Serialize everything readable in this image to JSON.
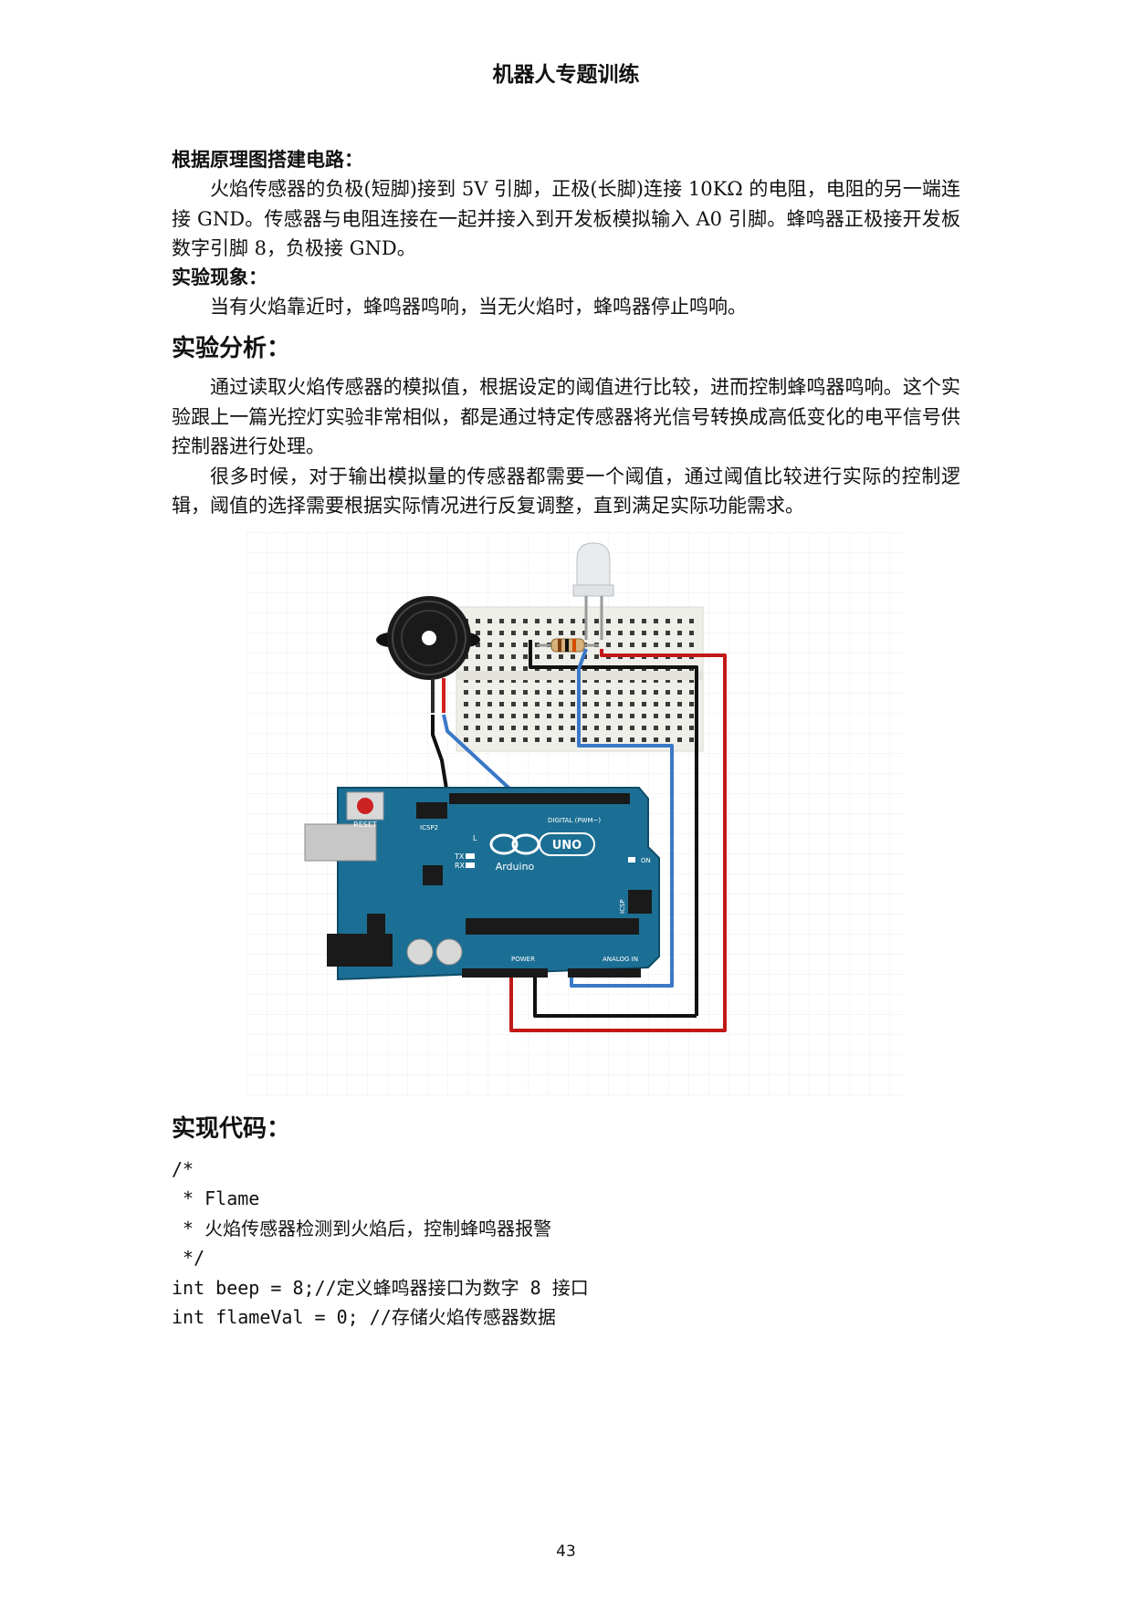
{
  "header": {
    "title": "机器人专题训练"
  },
  "sections": {
    "circuit_heading": "根据原理图搭建电路：",
    "circuit_para": "火焰传感器的负极(短脚)接到 5V 引脚，正极(长脚)连接 10KΩ 的电阻，电阻的另一端连接 GND。传感器与电阻连接在一起并接入到开发板模拟输入 A0 引脚。蜂鸣器正极接开发板数字引脚 8，负极接 GND。",
    "phenomenon_heading": "实验现象：",
    "phenomenon_para": "当有火焰靠近时，蜂鸣器鸣响，当无火焰时，蜂鸣器停止鸣响。",
    "analysis_heading": "实验分析：",
    "analysis_para1": "通过读取火焰传感器的模拟值，根据设定的阈值进行比较，进而控制蜂鸣器鸣响。这个实验跟上一篇光控灯实验非常相似，都是通过特定传感器将光信号转换成高低变化的电平信号供控制器进行处理。",
    "analysis_para2": "很多时候，对于输出模拟量的传感器都需要一个阈值，通过阈值比较进行实际的控制逻辑，阈值的选择需要根据实际情况进行反复调整，直到满足实际功能需求。",
    "code_heading": "实现代码："
  },
  "figure": {
    "board_brand": "Arduino",
    "board_model": "UNO",
    "reset_label": "RESET",
    "icsp2_label": "ICSP2",
    "icsp_label": "ICSP",
    "digital_label": "DIGITAL (PWM~)",
    "power_label": "POWER",
    "analog_label": "ANALOG IN",
    "on_label": "ON",
    "l_label": "L",
    "tx_label": "TX",
    "rx_label": "RX"
  },
  "code": {
    "lines": [
      "/*",
      " * Flame",
      " * 火焰传感器检测到火焰后，控制蜂鸣器报警",
      " */",
      "",
      "int beep = 8;//定义蜂鸣器接口为数字 8 接口",
      "int flameVal = 0; //存储火焰传感器数据"
    ]
  },
  "footer": {
    "page_number": "43"
  }
}
